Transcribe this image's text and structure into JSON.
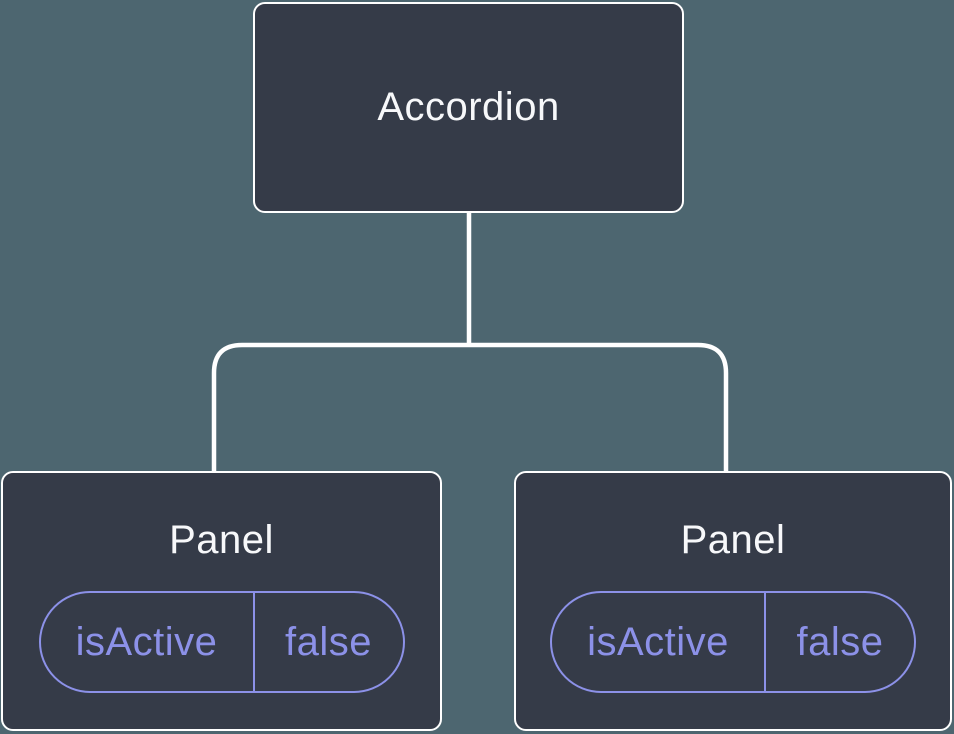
{
  "colors": {
    "background": "#4d6670",
    "node_fill": "#353b48",
    "node_border": "#ffffff",
    "node_text": "#f7f8fa",
    "connector": "#ffffff",
    "state_accent": "#8c91e8"
  },
  "tree": {
    "root": {
      "label": "Accordion"
    },
    "children": [
      {
        "label": "Panel",
        "state": {
          "key": "isActive",
          "value": "false"
        }
      },
      {
        "label": "Panel",
        "state": {
          "key": "isActive",
          "value": "false"
        }
      }
    ]
  }
}
